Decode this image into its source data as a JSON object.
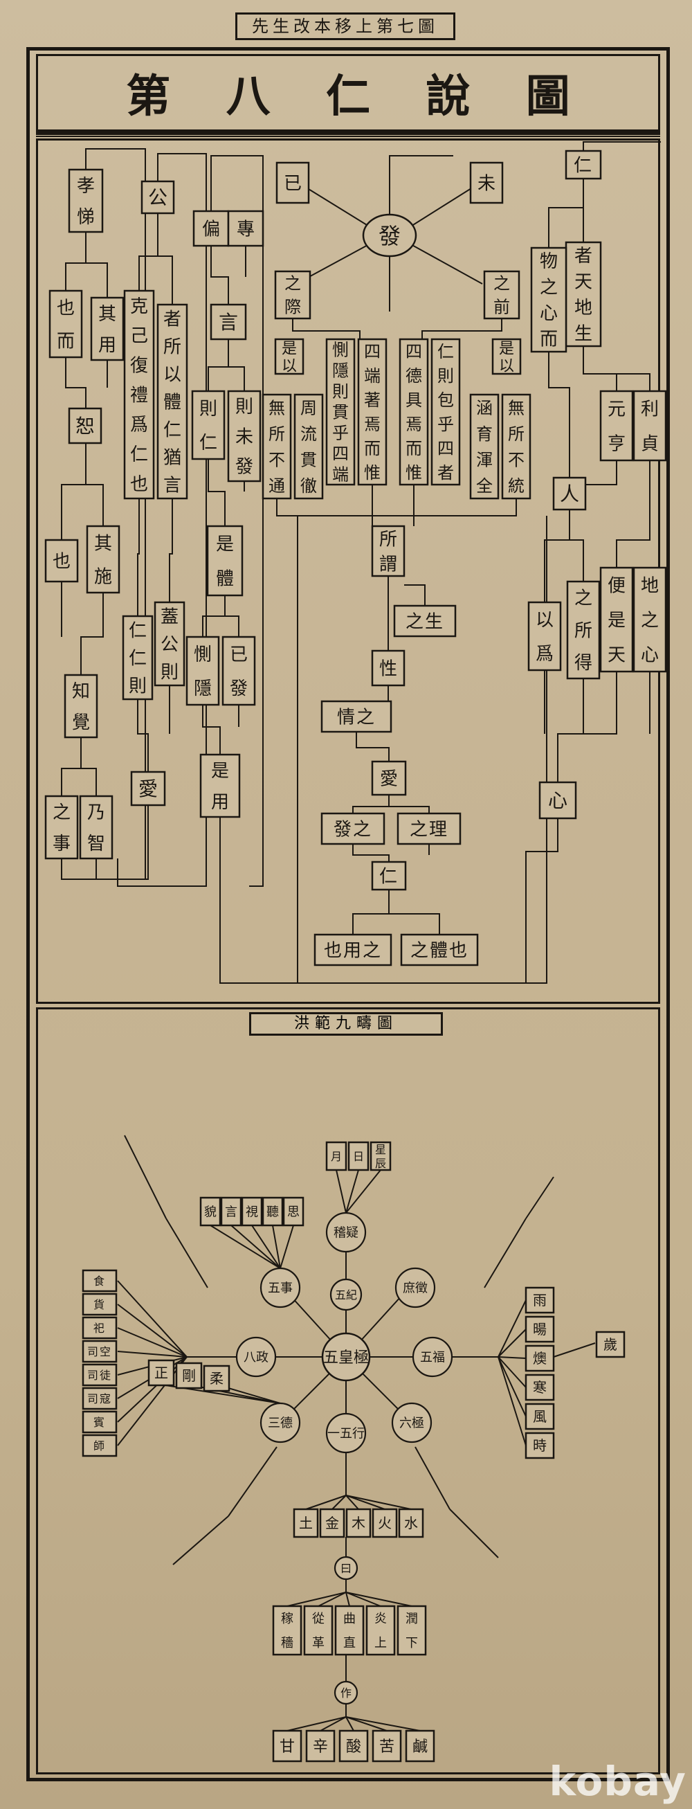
{
  "header": {
    "caption": "先生改本移上第七圖",
    "title_chars": [
      "第",
      "八",
      "仁",
      "說",
      "圖"
    ]
  },
  "upper_chart": {
    "center_node": "發",
    "nodes": [
      {
        "id": "n_ji",
        "text": "已"
      },
      {
        "id": "n_wei",
        "text": "未"
      },
      {
        "id": "n_ren_top",
        "text": "仁"
      },
      {
        "id": "n_zhiji",
        "text": "之際"
      },
      {
        "id": "n_zhiqian",
        "text": "之前"
      },
      {
        "id": "n_shiyi1",
        "text": "是以"
      },
      {
        "id": "n_shiyi2",
        "text": "是以"
      },
      {
        "id": "n_cewin",
        "text": "惻隱則貫乎四端"
      },
      {
        "id": "n_siduan",
        "text": "四端著焉而惟"
      },
      {
        "id": "n_side",
        "text": "四德具焉而惟"
      },
      {
        "id": "n_renze",
        "text": "仁則包乎四者"
      },
      {
        "id": "n_wusuo_butong",
        "text": "無所不通"
      },
      {
        "id": "n_zhouliu",
        "text": "周流貫徹"
      },
      {
        "id": "n_hanyu",
        "text": "涵育渾全"
      },
      {
        "id": "n_wusuo_bu",
        "text": "無所不統"
      },
      {
        "id": "n_suowei",
        "text": "所謂"
      },
      {
        "id": "n_zhisheng",
        "text": "之生"
      },
      {
        "id": "n_xing",
        "text": "性"
      },
      {
        "id": "n_qingzhi",
        "text": "情之"
      },
      {
        "id": "n_ai",
        "text": "愛"
      },
      {
        "id": "n_fazhi",
        "text": "發之"
      },
      {
        "id": "n_zhili",
        "text": "之理"
      },
      {
        "id": "n_ren_mid",
        "text": "仁"
      },
      {
        "id": "n_yeyongzhi",
        "text": "也用之"
      },
      {
        "id": "n_zhitiye",
        "text": "之體也"
      },
      {
        "id": "n_xiaoti",
        "text": "孝悌"
      },
      {
        "id": "n_qiyong",
        "text": "其用"
      },
      {
        "id": "n_yeer",
        "text": "也而"
      },
      {
        "id": "n_shu",
        "text": "恕"
      },
      {
        "id": "n_qishi",
        "text": "其施"
      },
      {
        "id": "n_ye",
        "text": "也"
      },
      {
        "id": "n_zhijue",
        "text": "知覺"
      },
      {
        "id": "n_zhishi",
        "text": "之事"
      },
      {
        "id": "n_naizhi",
        "text": "乃智"
      },
      {
        "id": "n_gong",
        "text": "公"
      },
      {
        "id": "n_keji",
        "text": "克己復禮爲仁也"
      },
      {
        "id": "n_zhe_suoyi",
        "text": "者所以體仁猶言"
      },
      {
        "id": "n_renrenze",
        "text": "仁仁則"
      },
      {
        "id": "n_gaigongze",
        "text": "蓋公則"
      },
      {
        "id": "n_ai2",
        "text": "愛"
      },
      {
        "id": "n_pian",
        "text": "偏"
      },
      {
        "id": "n_zhuan",
        "text": "專"
      },
      {
        "id": "n_yan",
        "text": "言"
      },
      {
        "id": "n_zeren",
        "text": "則仁"
      },
      {
        "id": "n_zeweifa",
        "text": "則未發"
      },
      {
        "id": "n_shiti",
        "text": "是體"
      },
      {
        "id": "n_ceyin",
        "text": "惻隱"
      },
      {
        "id": "n_yifa",
        "text": "已發"
      },
      {
        "id": "n_shiyong",
        "text": "是用"
      },
      {
        "id": "n_zhetiandi",
        "text": "者天地生"
      },
      {
        "id": "n_wuzhixin",
        "text": "物之心而"
      },
      {
        "id": "n_lizhen",
        "text": "利貞"
      },
      {
        "id": "n_yuanheng",
        "text": "元亨"
      },
      {
        "id": "n_ren_r",
        "text": "人"
      },
      {
        "id": "n_zhisuode",
        "text": "之所得"
      },
      {
        "id": "n_bianshitian",
        "text": "便是天"
      },
      {
        "id": "n_dizhixin",
        "text": "地之心"
      },
      {
        "id": "n_yiwei",
        "text": "以爲"
      },
      {
        "id": "n_xin",
        "text": "心"
      }
    ]
  },
  "lower_chart": {
    "title": "洪範九疇圖",
    "center": "五皇極",
    "nodes": [
      {
        "id": "l_wufu",
        "text": "五福"
      },
      {
        "id": "l_liuji",
        "text": "六極"
      },
      {
        "id": "l_kaoyi",
        "text": "稽疑"
      },
      {
        "id": "l_shuzheng",
        "text": "庶徵"
      },
      {
        "id": "l_wushi",
        "text": "五事"
      },
      {
        "id": "l_bazheng",
        "text": "八政"
      },
      {
        "id": "l_wuji",
        "text": "五紀"
      },
      {
        "id": "l_sande",
        "text": "三德"
      },
      {
        "id": "l_wuxing",
        "text": "一五行"
      },
      {
        "id": "l_shui",
        "text": "水"
      },
      {
        "id": "l_huo",
        "text": "火"
      },
      {
        "id": "l_mu",
        "text": "木"
      },
      {
        "id": "l_jin",
        "text": "金"
      },
      {
        "id": "l_tu",
        "text": "土"
      },
      {
        "id": "l_yue",
        "text": "曰"
      },
      {
        "id": "l_zuo",
        "text": "作"
      },
      {
        "id": "l_xian",
        "text": "鹹"
      },
      {
        "id": "l_ku",
        "text": "苦"
      },
      {
        "id": "l_suan",
        "text": "酸"
      },
      {
        "id": "l_xin",
        "text": "辛"
      },
      {
        "id": "l_gan",
        "text": "甘"
      },
      {
        "id": "l_runxia",
        "text": "潤下"
      },
      {
        "id": "l_yanshang",
        "text": "炎上"
      },
      {
        "id": "l_quzhi",
        "text": "曲直"
      },
      {
        "id": "l_congge",
        "text": "從革"
      },
      {
        "id": "l_jiase",
        "text": "稼穡"
      },
      {
        "id": "l_zheng",
        "text": "正"
      },
      {
        "id": "l_gang",
        "text": "剛"
      },
      {
        "id": "l_rou",
        "text": "柔"
      },
      {
        "id": "l_yu",
        "text": "雨"
      },
      {
        "id": "l_yang",
        "text": "暘"
      },
      {
        "id": "l_yu2",
        "text": "燠"
      },
      {
        "id": "l_han",
        "text": "寒"
      },
      {
        "id": "l_feng",
        "text": "風"
      },
      {
        "id": "l_shi",
        "text": "時"
      },
      {
        "id": "l_sui",
        "text": "歲"
      },
      {
        "id": "l_ri",
        "text": "日"
      },
      {
        "id": "l_yue2",
        "text": "月"
      },
      {
        "id": "l_xingchen",
        "text": "星辰"
      },
      {
        "id": "l_mao",
        "text": "貌"
      },
      {
        "id": "l_yan",
        "text": "言"
      },
      {
        "id": "l_shi2",
        "text": "視"
      },
      {
        "id": "l_ting",
        "text": "聽"
      },
      {
        "id": "l_si",
        "text": "思"
      },
      {
        "id": "l_shi3",
        "text": "食"
      },
      {
        "id": "l_huo2",
        "text": "貨"
      },
      {
        "id": "l_si2",
        "text": "祀"
      },
      {
        "id": "l_sikong",
        "text": "司空"
      },
      {
        "id": "l_situ",
        "text": "司徒"
      },
      {
        "id": "l_sikou",
        "text": "司寇"
      },
      {
        "id": "l_bin",
        "text": "賓"
      },
      {
        "id": "l_shi4",
        "text": "師"
      }
    ]
  },
  "watermark": "kobay"
}
